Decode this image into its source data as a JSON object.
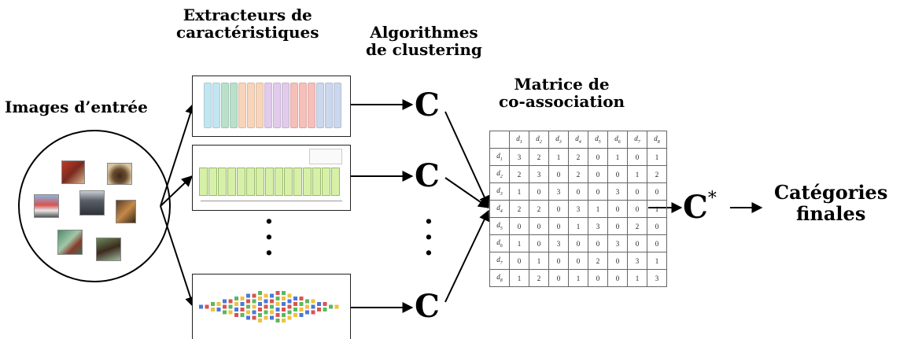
{
  "labels": {
    "input_images": "Images d’entrée",
    "extractors_line1": "Extracteurs de",
    "extractors_line2": "caractéristiques",
    "clustering_line1": "Algorithmes",
    "clustering_line2": "de clustering",
    "matrix_line1": "Matrice de",
    "matrix_line2": "co-association",
    "final_line1": "Catégories",
    "final_line2": "finales"
  },
  "clusterer_symbol": "C",
  "ensemble_symbol": "C*",
  "matrix": {
    "headers": [
      "d1",
      "d2",
      "d3",
      "d4",
      "d5",
      "d6",
      "d7",
      "d8"
    ],
    "rows": [
      [
        3,
        2,
        1,
        2,
        0,
        1,
        0,
        1
      ],
      [
        2,
        3,
        0,
        2,
        0,
        0,
        1,
        2
      ],
      [
        1,
        0,
        3,
        0,
        0,
        3,
        0,
        0
      ],
      [
        2,
        2,
        0,
        3,
        1,
        0,
        0,
        1
      ],
      [
        0,
        0,
        0,
        1,
        3,
        0,
        2,
        0
      ],
      [
        1,
        0,
        3,
        0,
        0,
        3,
        0,
        0
      ],
      [
        0,
        1,
        0,
        0,
        2,
        0,
        3,
        1
      ],
      [
        1,
        2,
        0,
        1,
        0,
        0,
        1,
        3
      ]
    ]
  },
  "colors": {
    "vgg_blocks": [
      "#8fd3e8",
      "#8fd3e8",
      "#7fc8a0",
      "#7fc8a0",
      "#f4b183",
      "#f4b183",
      "#f4b183",
      "#c9a0dc",
      "#c9a0dc",
      "#c9a0dc",
      "#f28b82",
      "#f28b82",
      "#f28b82",
      "#9fb7e0",
      "#9fb7e0",
      "#9fb7e0"
    ],
    "resnet_block": "#d7f0a8",
    "incep_blue": "#4a78d8",
    "incep_red": "#d9534f",
    "incep_green": "#5cb85c",
    "incep_yellow": "#f0c040"
  },
  "icons": [
    "input-image-thumbnail",
    "vgg-network-icon",
    "resnet-network-icon",
    "inception-network-icon"
  ]
}
